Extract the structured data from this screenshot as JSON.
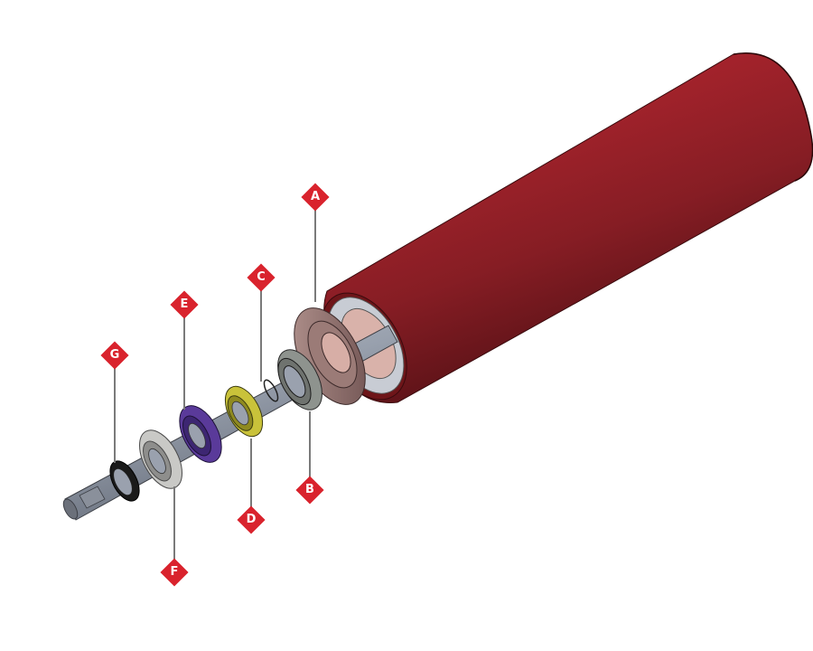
{
  "diagram": {
    "type": "exploded-view",
    "subject": "conveyor roller assembly",
    "colors": {
      "roller_tube": "#8e2027",
      "callout": "#d9232d",
      "shaft": "#9aa1ae",
      "end_cap": "#a98a86",
      "bearing": "#8f948f",
      "seal_yellow": "#c9c23a",
      "seal_purple": "#5a3a9a",
      "washer": "#c9c9c6",
      "oring": "#1a1a1a"
    },
    "callouts": [
      {
        "id": "A",
        "label": "A",
        "part": "end-cap-housing"
      },
      {
        "id": "B",
        "label": "B",
        "part": "bearing"
      },
      {
        "id": "C",
        "label": "C",
        "part": "circlip-groove"
      },
      {
        "id": "D",
        "label": "D",
        "part": "yellow-seal"
      },
      {
        "id": "E",
        "label": "E",
        "part": "purple-seal"
      },
      {
        "id": "F",
        "label": "F",
        "part": "washer"
      },
      {
        "id": "G",
        "label": "G",
        "part": "o-ring"
      }
    ]
  }
}
